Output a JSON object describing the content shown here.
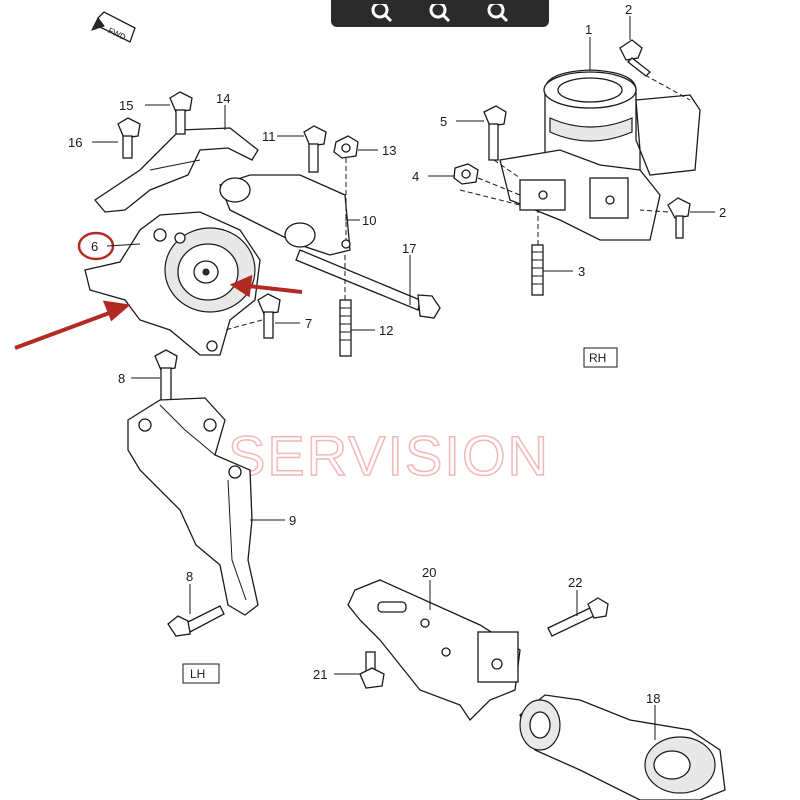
{
  "toolbar": {
    "zoom_icons": [
      "zoom-icon",
      "zoom-in-icon",
      "zoom-out-icon"
    ]
  },
  "diagram": {
    "direction_label": "FWD",
    "watermark": "SERVISION",
    "sections": {
      "rh": "RH",
      "lh": "LH"
    },
    "callouts": {
      "c1": "1",
      "c2a": "2",
      "c2b": "2",
      "c3": "3",
      "c4": "4",
      "c5": "5",
      "c6": "6",
      "c7": "7",
      "c8a": "8",
      "c8b": "8",
      "c9": "9",
      "c10": "10",
      "c11": "11",
      "c12": "12",
      "c13": "13",
      "c14": "14",
      "c15": "15",
      "c16": "16",
      "c17": "17",
      "c18": "18",
      "c20": "20",
      "c21": "21",
      "c22": "22"
    },
    "highlight_color": "#b22a22"
  }
}
